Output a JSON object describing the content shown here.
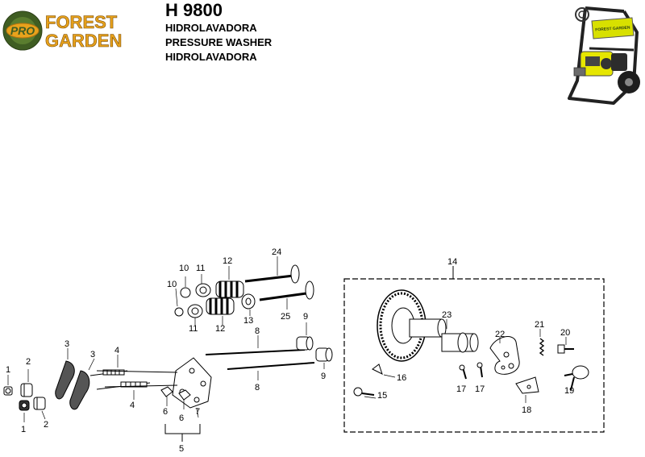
{
  "brand": {
    "badge": "PRO",
    "line1": "FOREST",
    "line2": "GARDEN"
  },
  "header": {
    "model": "H 9800",
    "lines": [
      "HIDROLAVADORA",
      "PRESSURE WASHER",
      "HIDROLAVADORA"
    ]
  },
  "product_image_label": "FOREST GARDEN",
  "diagram": {
    "callouts": {
      "c1a": "1",
      "c1b": "1",
      "c2a": "2",
      "c2b": "2",
      "c3a": "3",
      "c3b": "3",
      "c4a": "4",
      "c4b": "4",
      "c5": "5",
      "c6a": "6",
      "c6b": "6",
      "c7": "7",
      "c8a": "8",
      "c8b": "8",
      "c9a": "9",
      "c9b": "9",
      "c10a": "10",
      "c10b": "10",
      "c11a": "11",
      "c11b": "11",
      "c12a": "12",
      "c12b": "12",
      "c13": "13",
      "c14": "14",
      "c15": "15",
      "c16": "16",
      "c17a": "17",
      "c17b": "17",
      "c18": "18",
      "c19": "19",
      "c20": "20",
      "c21": "21",
      "c22": "22",
      "c23": "23",
      "c24": "24",
      "c25": "25"
    }
  },
  "colors": {
    "brand_green": "#3f5d22",
    "brand_orange": "#e8a21c",
    "frame_yellow": "#d8e000"
  }
}
